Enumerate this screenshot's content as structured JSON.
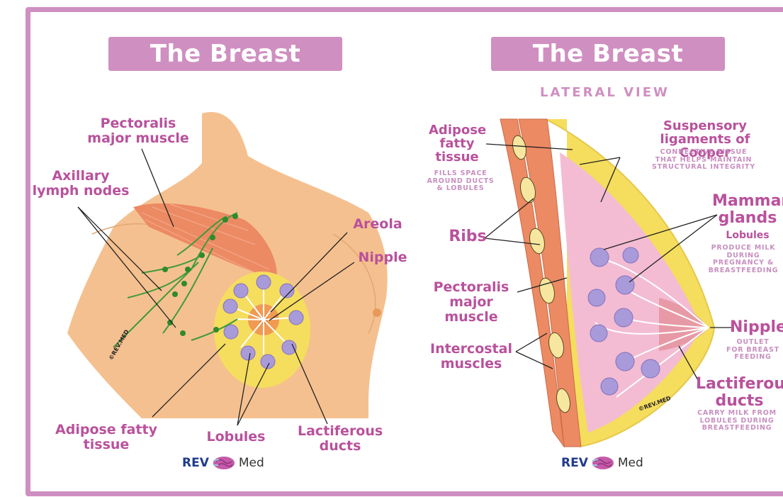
{
  "left_panel": {
    "title": "The Breast",
    "labels": {
      "pectoralis": "Pectoralis\nmajor muscle",
      "axillary": "Axillary\nlymph nodes",
      "areola": "Areola",
      "nipple": "Nipple",
      "adipose": "Adipose fatty\ntissue",
      "lobules": "Lobules",
      "lactiferous": "Lactiferous\nducts"
    },
    "watermark": "©REV.MED"
  },
  "right_panel": {
    "title": "The Breast",
    "subtitle": "LATERAL VIEW",
    "labels": {
      "adipose": "Adipose\nfatty\ntissue",
      "adipose_desc": "FILLS SPACE\nAROUND DUCTS\n& LOBULES",
      "suspensory": "Suspensory\nligaments of Cooper",
      "suspensory_desc": "CONNECTIVE TISSUE\nTHAT HELPS MAINTAIN\nSTRUCTURAL INTEGRITY",
      "ribs": "Ribs",
      "mammary": "Mammary\nglands",
      "mammary_sub": "Lobules",
      "mammary_desc": "PRODUCE MILK\nDURING\nPREGNANCY &\nBREASTFEEDING",
      "pectoralis": "Pectoralis\nmajor muscle",
      "nipple": "Nipple",
      "nipple_desc": "OUTLET\nFOR BREAST\nFEEDING",
      "intercostal": "Intercostal\nmuscles",
      "lactiferous": "Lactiferous\nducts",
      "lactiferous_desc": "CARRY MILK FROM\nLOBULES DURING\nBREASTFEEDING"
    },
    "watermark": "©REV.MED"
  },
  "logo": {
    "rev": "REV",
    "med": "Med"
  },
  "colors": {
    "accent": "#cf8fc1",
    "label": "#b9519c",
    "skin": "#f5c08f",
    "fat": "#f7e26b",
    "muscle": "#ec8a63",
    "lobule": "#a99ad9",
    "node": "#3f9b3a"
  }
}
